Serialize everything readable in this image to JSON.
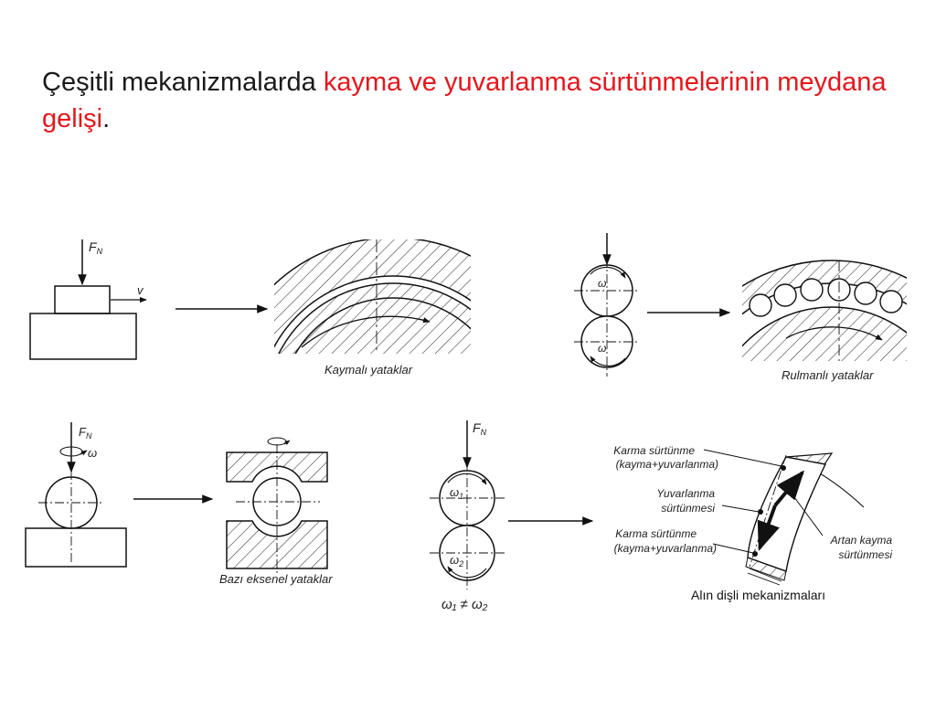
{
  "title": {
    "part1": "Çeşitli mekanizmalarda ",
    "part2": "kayma ve yuvarlanma sürtünmelerinin meydana gelişi",
    "part3": ".",
    "accent_color": "#e8161b"
  },
  "figure": {
    "sliding": {
      "force": "F",
      "force_sub": "N",
      "velocity": "v",
      "caption": "Kaymalı yataklar"
    },
    "rolling": {
      "omega": "ω",
      "caption": "Rulmanlı yataklar"
    },
    "axial": {
      "force": "F",
      "force_sub": "N",
      "omega": "ω",
      "caption": "Bazı eksenel yataklar"
    },
    "gear_contact": {
      "force": "F",
      "force_sub": "N",
      "omega1": "ω",
      "omega1_sub": "1",
      "omega2": "ω",
      "omega2_sub": "2",
      "relation": "ω₁ ≠ ω₂"
    },
    "spur_gear": {
      "label_top_1": "Karma sürtünme",
      "label_top_2": "(kayma+yuvarlanma)",
      "label_mid_1": "Yuvarlanma",
      "label_mid_2": "sürtünmesi",
      "label_bot_1": "Karma sürtünme",
      "label_bot_2": "(kayma+yuvarlanma)",
      "label_right_1": "Artan kayma",
      "label_right_2": "sürtünmesi",
      "caption": "Alın dişli mekanizmaları"
    }
  }
}
